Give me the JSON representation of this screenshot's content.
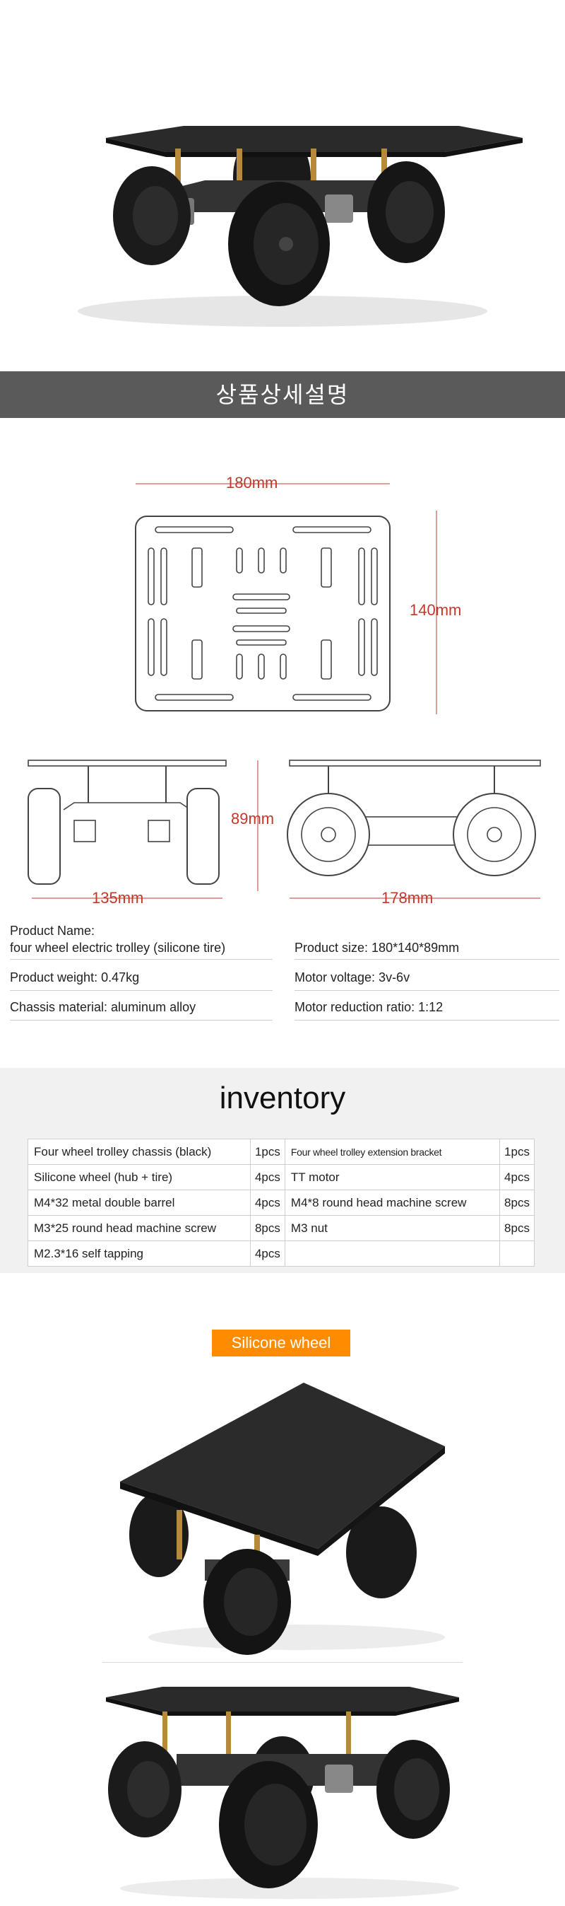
{
  "banner": {
    "title": "상품상세설명"
  },
  "dimensions": {
    "top_width": "180mm",
    "top_height": "140mm",
    "side_height": "89mm",
    "side_width": "135mm",
    "front_width": "178mm"
  },
  "specs": {
    "name_label": "Product Name:",
    "name_value": "four wheel electric trolley (silicone tire)",
    "size": "Product size: 180*140*89mm",
    "weight": "Product weight: 0.47kg",
    "voltage": "Motor voltage: 3v-6v",
    "material": "Chassis material: aluminum alloy",
    "ratio": "Motor reduction ratio: 1:12"
  },
  "inventory": {
    "title": "inventory",
    "rows": [
      {
        "item1": "Four wheel trolley chassis (black)",
        "qty1": "1pcs",
        "item2": "Four wheel trolley extension bracket",
        "qty2": "1pcs"
      },
      {
        "item1": "Silicone wheel (hub + tire)",
        "qty1": "4pcs",
        "item2": "TT motor",
        "qty2": "4pcs"
      },
      {
        "item1": "M4*32 metal double barrel",
        "qty1": "4pcs",
        "item2": "M4*8 round head machine screw",
        "qty2": "8pcs"
      },
      {
        "item1": "M3*25 round head machine screw",
        "qty1": "8pcs",
        "item2": "M3 nut",
        "qty2": "8pcs"
      },
      {
        "item1": "M2.3*16 self tapping",
        "qty1": "4pcs",
        "item2": "",
        "qty2": ""
      }
    ]
  },
  "silicone_label": "Silicone wheel"
}
